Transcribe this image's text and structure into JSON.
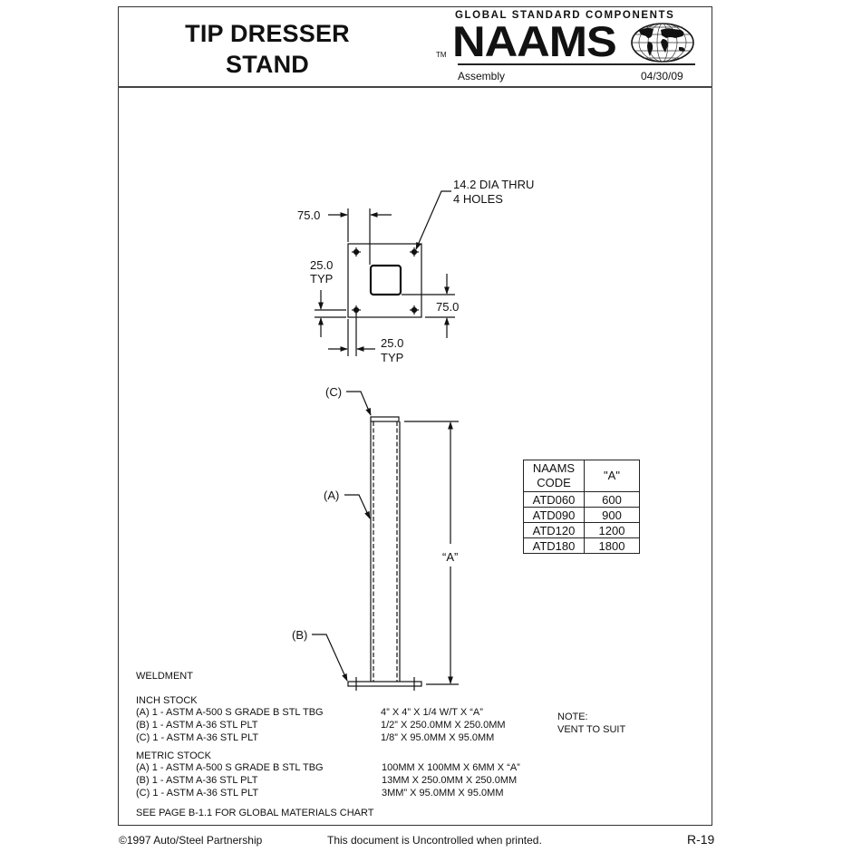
{
  "header": {
    "title_line1": "TIP DRESSER",
    "title_line2": "STAND",
    "tm": "TM",
    "tagline": "GLOBAL STANDARD COMPONENTS",
    "brand": "NAAMS",
    "logo_icon": "globe-icon",
    "category": "Assembly",
    "date": "04/30/09"
  },
  "top_view": {
    "callout_line1": "14.2 DIA THRU",
    "callout_line2": "4 HOLES",
    "dim_top": "75.0",
    "dim_left_value": "25.0",
    "dim_left_typ": "TYP",
    "dim_right": "75.0",
    "dim_bottom_value": "25.0",
    "dim_bottom_typ": "TYP"
  },
  "side_view": {
    "label_c": "(C)",
    "label_a": "(A)",
    "label_b": "(B)",
    "dim_height": "“A”"
  },
  "code_table": {
    "headers": [
      "NAAMS CODE",
      "\"A\""
    ],
    "header_code_line1": "NAAMS",
    "header_code_line2": "CODE",
    "header_value": "\"A\"",
    "rows": [
      {
        "code": "ATD060",
        "value": "600"
      },
      {
        "code": "ATD090",
        "value": "900"
      },
      {
        "code": "ATD120",
        "value": "1200"
      },
      {
        "code": "ATD180",
        "value": "1800"
      }
    ]
  },
  "materials": {
    "weldment": "WELDMENT",
    "inch_heading": "INCH STOCK",
    "inch": [
      {
        "item": "(A) 1 - ASTM A-500 S GRADE B STL TBG",
        "size": "4” X 4” X 1/4 W/T X “A”"
      },
      {
        "item": "(B) 1 - ASTM A-36 STL PLT",
        "size": "1/2” X 250.0MM X 250.0MM"
      },
      {
        "item": "(C) 1 - ASTM A-36 STL PLT",
        "size": "1/8” X 95.0MM X 95.0MM"
      }
    ],
    "metric_heading": "METRIC STOCK",
    "metric": [
      {
        "item": "(A) 1 - ASTM A-500 S GRADE B STL TBG",
        "size": "100MM X 100MM X 6MM X “A”"
      },
      {
        "item": "(B) 1 - ASTM A-36 STL PLT",
        "size": "13MM X 250.0MM X 250.0MM"
      },
      {
        "item": "(C) 1 - ASTM A-36 STL PLT",
        "size": "3MM” X 95.0MM X 95.0MM"
      }
    ],
    "see_page": "SEE PAGE B-1.1 FOR GLOBAL MATERIALS CHART"
  },
  "note": {
    "label": "NOTE:",
    "text": "VENT TO SUIT"
  },
  "footer": {
    "copyright": "©1997 Auto/Steel Partnership",
    "disclaimer": "This document is Uncontrolled when printed.",
    "page": "R-19"
  }
}
